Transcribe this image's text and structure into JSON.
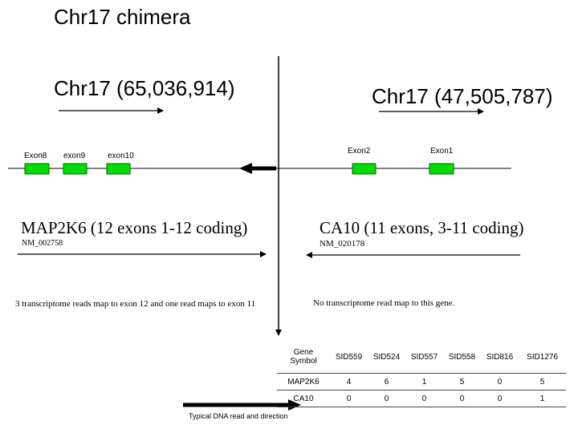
{
  "title": "Chr17 chimera",
  "left_locus": "Chr17 (65,036,914)",
  "right_locus": "Chr17 (47,505,787)",
  "left_exons": [
    "Exon8",
    "exon9",
    "exon10"
  ],
  "right_exons": [
    "Exon2",
    "Exon1"
  ],
  "left_gene": {
    "name": "MAP2K6 (12 exons 1-12 coding)",
    "accession": "NM_002758",
    "note": "3 transcriptome reads map to exon 12 and one  read maps to exon 11"
  },
  "right_gene": {
    "name": "CA10 (11 exons, 3-11 coding)",
    "accession": "NM_020178",
    "note": "No transcriptome read map to this gene."
  },
  "table": {
    "header": [
      "Gene Symbol",
      "SID559",
      "SID524",
      "SID557",
      "SID558",
      "SID816",
      "SID1276"
    ],
    "rows": [
      [
        "MAP2K6",
        "4",
        "6",
        "1",
        "5",
        "0",
        "5"
      ],
      [
        "CA10",
        "0",
        "0",
        "0",
        "0",
        "0",
        "1"
      ]
    ]
  },
  "legend": "Typical DNA read and direction",
  "colors": {
    "exon": "#00dd00",
    "exon_border": "#006600",
    "line": "#000000"
  }
}
